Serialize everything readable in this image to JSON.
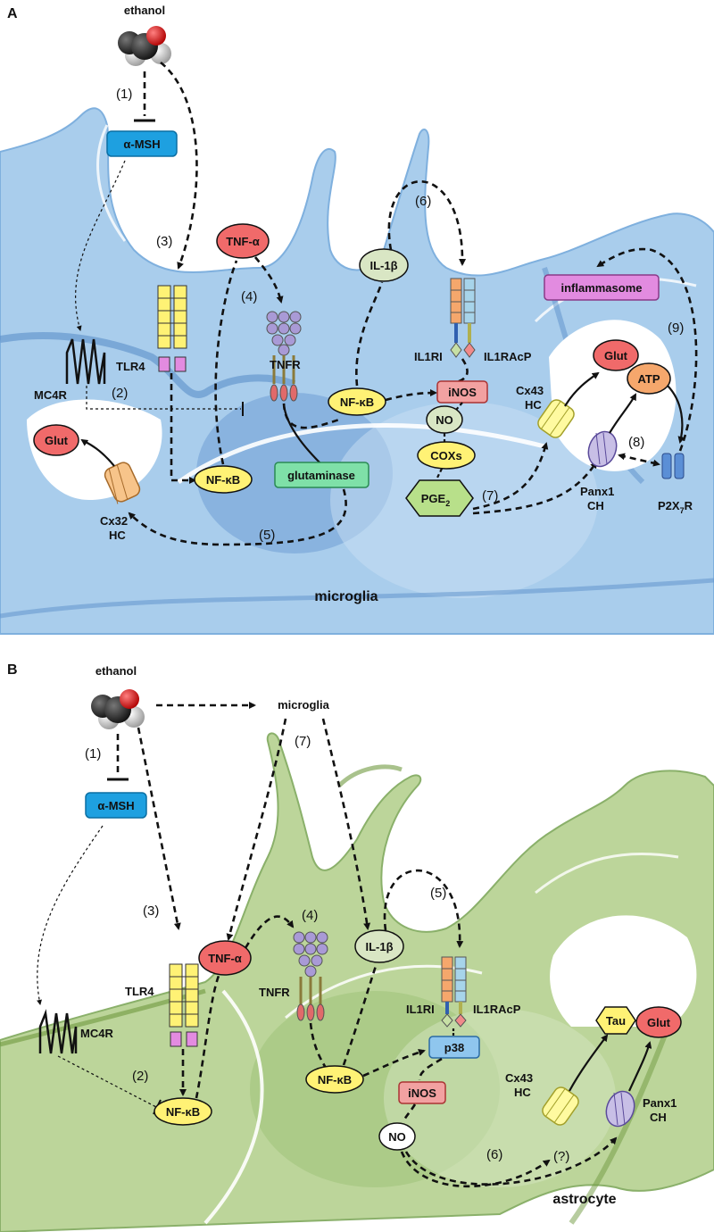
{
  "panel_a": {
    "letter": "A",
    "ethanol": "ethanol",
    "cell_label": "microglia",
    "alpha_msh": "α-MSH",
    "tnf": "TNF-α",
    "il1b": "IL-1β",
    "nfkb": "NF-κB",
    "inos": "iNOS",
    "no": "NO",
    "coxs": "COXs",
    "pge2": "PGE",
    "pge2_sub": "2",
    "glutaminase": "glutaminase",
    "inflammasome": "inflammasome",
    "glut": "Glut",
    "atp": "ATP",
    "tlr4": "TLR4",
    "mc4r": "MC4R",
    "tnfr": "TNFR",
    "il1ri": "IL1RI",
    "il1racp": "IL1RAcP",
    "cx43": "Cx43",
    "cx32": "Cx32",
    "hc": "HC",
    "panx1": "Panx1",
    "ch": "CH",
    "p2x7r_a": "P2X",
    "p2x7r_sub": "7",
    "p2x7r_b": "R",
    "steps": [
      "(1)",
      "(2)",
      "(3)",
      "(4)",
      "(5)",
      "(6)",
      "(7)",
      "(8)",
      "(9)"
    ]
  },
  "panel_b": {
    "letter": "B",
    "ethanol": "ethanol",
    "microglia": "microglia",
    "cell_label": "astrocyte",
    "alpha_msh": "α-MSH",
    "tnf": "TNF-α",
    "il1b": "IL-1β",
    "nfkb": "NF-κB",
    "p38": "p38",
    "inos": "iNOS",
    "no": "NO",
    "tau": "Tau",
    "glut": "Glut",
    "tlr4": "TLR4",
    "mc4r": "MC4R",
    "tnfr": "TNFR",
    "il1ri": "IL1RI",
    "il1racp": "IL1RAcP",
    "cx43": "Cx43",
    "hc": "HC",
    "panx1": "Panx1",
    "ch": "CH",
    "steps": [
      "(1)",
      "(2)",
      "(3)",
      "(4)",
      "(5)",
      "(6)",
      "(7)",
      "(?)"
    ]
  },
  "colors": {
    "microglia_body": "#a9cdec",
    "microglia_dark": "#5b8fc9",
    "astrocyte_body": "#bcd59a",
    "astrocyte_dark": "#6f9a3f",
    "msh_box": "#1ea0e0",
    "tnf": "#f06a6a",
    "il1b": "#d9e6c4",
    "nfkb": "#fff275",
    "inos": "#f2a1a1",
    "glutaminase": "#7fe0a8",
    "inflammasome": "#e28be0",
    "atp": "#f5a76c",
    "p38": "#8fc6ee"
  }
}
